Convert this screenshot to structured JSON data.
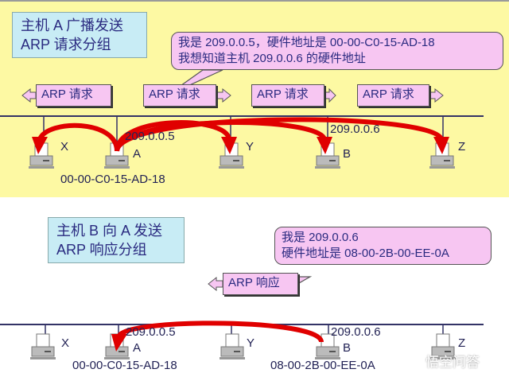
{
  "top": {
    "title_line1": "主机 A 广播发送",
    "title_line2": "ARP 请求分组",
    "bubble_line1": "我是 209.0.0.5，硬件地址是 00-00-C0-15-AD-18",
    "bubble_line2": "我想知道主机 209.0.0.6 的硬件地址",
    "packets": [
      "ARP 请求",
      "ARP 请求",
      "ARP 请求",
      "ARP 请求"
    ],
    "hosts": [
      "X",
      "A",
      "Y",
      "B",
      "Z"
    ],
    "ip_a": "209.0.0.5",
    "ip_b": "209.0.0.6",
    "mac_a": "00-00-C0-15-AD-18"
  },
  "bottom": {
    "title_line1": "主机 B 向 A 发送",
    "title_line2": "ARP 响应分组",
    "bubble_line1": "我是 209.0.0.6",
    "bubble_line2": "硬件地址是 08-00-2B-00-EE-0A",
    "packet": "ARP 响应",
    "hosts": [
      "X",
      "A",
      "Y",
      "B",
      "Z"
    ],
    "ip_a": "209.0.0.5",
    "ip_b": "209.0.0.6",
    "mac_a": "00-00-C0-15-AD-18",
    "mac_b": "08-00-2B-00-EE-0A"
  },
  "watermark": "悟空问答",
  "colors": {
    "yellow": "#fdf9a3",
    "pink": "#f7c6f2",
    "blue": "#c8ecf5",
    "arrow": "#e00000"
  }
}
